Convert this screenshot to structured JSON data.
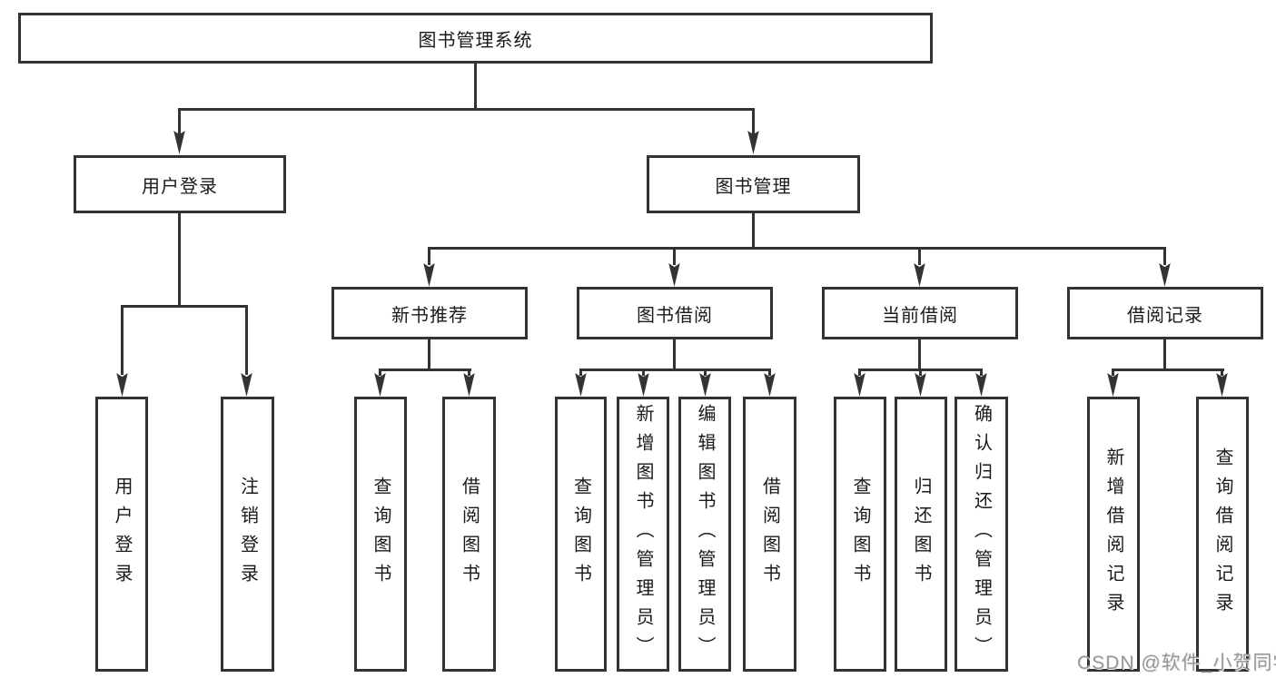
{
  "diagram": {
    "type": "hierarchy",
    "root": {
      "label": "图书管理系统"
    },
    "branches": [
      {
        "label": "用户登录",
        "leaves": [
          "用户登录",
          "注销登录"
        ]
      },
      {
        "label": "图书管理",
        "children": [
          {
            "label": "新书推荐",
            "leaves": [
              "查询图书",
              "借阅图书"
            ]
          },
          {
            "label": "图书借阅",
            "leaves": [
              "查询图书",
              "新增图书（管理员）",
              "编辑图书（管理员）",
              "借阅图书"
            ]
          },
          {
            "label": "当前借阅",
            "leaves": [
              "查询图书",
              "归还图书",
              "确认归还（管理员）"
            ]
          },
          {
            "label": "借阅记录",
            "leaves": [
              "新增借阅记录",
              "查询借阅记录"
            ]
          }
        ]
      }
    ]
  },
  "watermark": {
    "text": "CSDN @软件_小贺同学"
  },
  "colors": {
    "line": "#333333",
    "box_border": "#333333",
    "text": "#1a1a1a",
    "background": "#ffffff",
    "watermark": "#979797"
  }
}
